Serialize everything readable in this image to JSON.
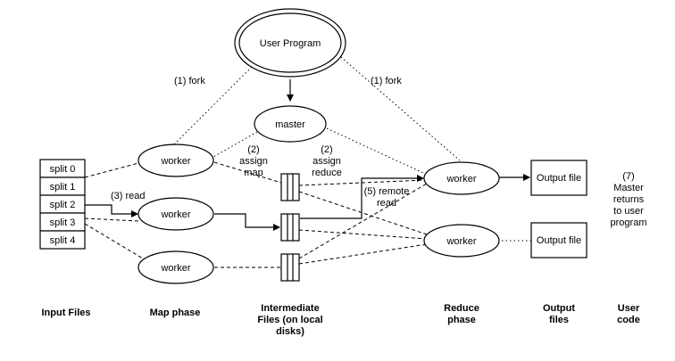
{
  "nodes": {
    "user_program": "User Program",
    "master": "master",
    "worker": "worker",
    "output_file": "Output file",
    "splits": [
      "split 0",
      "split 1",
      "split 2",
      "split 3",
      "split 4"
    ]
  },
  "edge_labels": {
    "fork_left": "(1) fork",
    "fork_right": "(1) fork",
    "assign_map": [
      "(2)",
      "assign",
      "map"
    ],
    "assign_reduce": [
      "(2)",
      "assign",
      "reduce"
    ],
    "read": "(3) read",
    "remote_read": [
      "(5) remote",
      "read"
    ],
    "master_returns": [
      "(7)",
      "Master",
      "returns",
      "to user",
      "program"
    ]
  },
  "columns": {
    "input_files": [
      "Input Files"
    ],
    "map_phase": [
      "Map phase"
    ],
    "intermediate": [
      "Intermediate",
      "Files (on local",
      "disks)"
    ],
    "reduce_phase": [
      "Reduce",
      "phase"
    ],
    "output_files": [
      "Output",
      "files"
    ],
    "user_code": [
      "User",
      "code"
    ]
  }
}
